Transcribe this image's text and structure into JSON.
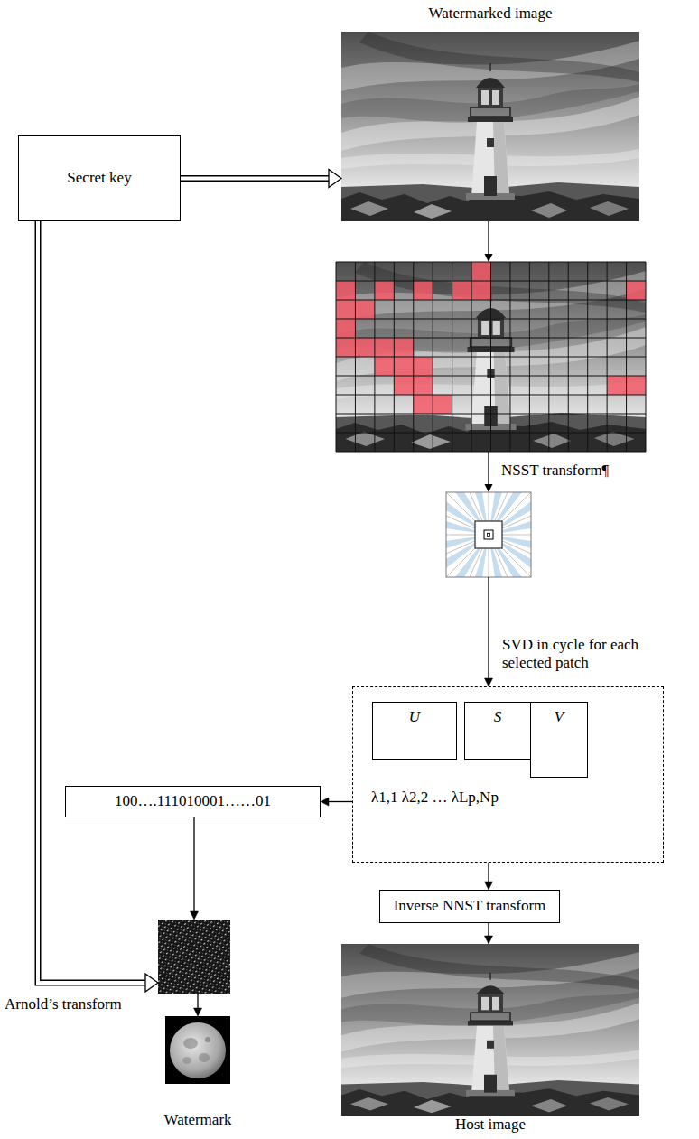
{
  "diagram": {
    "nodes": [
      {
        "text": [
          "Secret key"
        ]
      },
      {
        "text": [
          "Watermarked image"
        ]
      },
      {
        "text": [
          "NSST transform¶"
        ]
      },
      {
        "text": [
          "SVD in cycle for each selected patch",
          "λ1,1 λ2,2 … λLp,Np"
        ]
      },
      {
        "text": [
          "U"
        ],
        "in": 3
      },
      {
        "text": [
          "S"
        ],
        "in": 3
      },
      {
        "text": [
          "V"
        ],
        "in": 3
      },
      {
        "text": [
          "100….111010001……01"
        ]
      },
      {
        "text": [
          "Inverse NNST transform"
        ]
      },
      {
        "text": [
          "Arnold’s transform"
        ]
      },
      {
        "text": [
          "Watermark"
        ]
      },
      {
        "text": [
          "Host image"
        ]
      }
    ],
    "edges": [
      {
        "from": 0,
        "to": 1,
        "arrow": "to"
      },
      {
        "from": 2,
        "to": 3,
        "arrow": "to"
      },
      {
        "from": 3,
        "to": 7,
        "arrow": "to"
      },
      {
        "from": 3,
        "to": 8,
        "arrow": "to"
      },
      {
        "from": 8,
        "to": 11,
        "arrow": "to"
      },
      {
        "from": 7,
        "to": 9,
        "arrow": "to"
      },
      {
        "from": 0,
        "to": 9,
        "arrow": "to"
      },
      {
        "from": 9,
        "to": 10,
        "arrow": "to"
      }
    ]
  }
}
